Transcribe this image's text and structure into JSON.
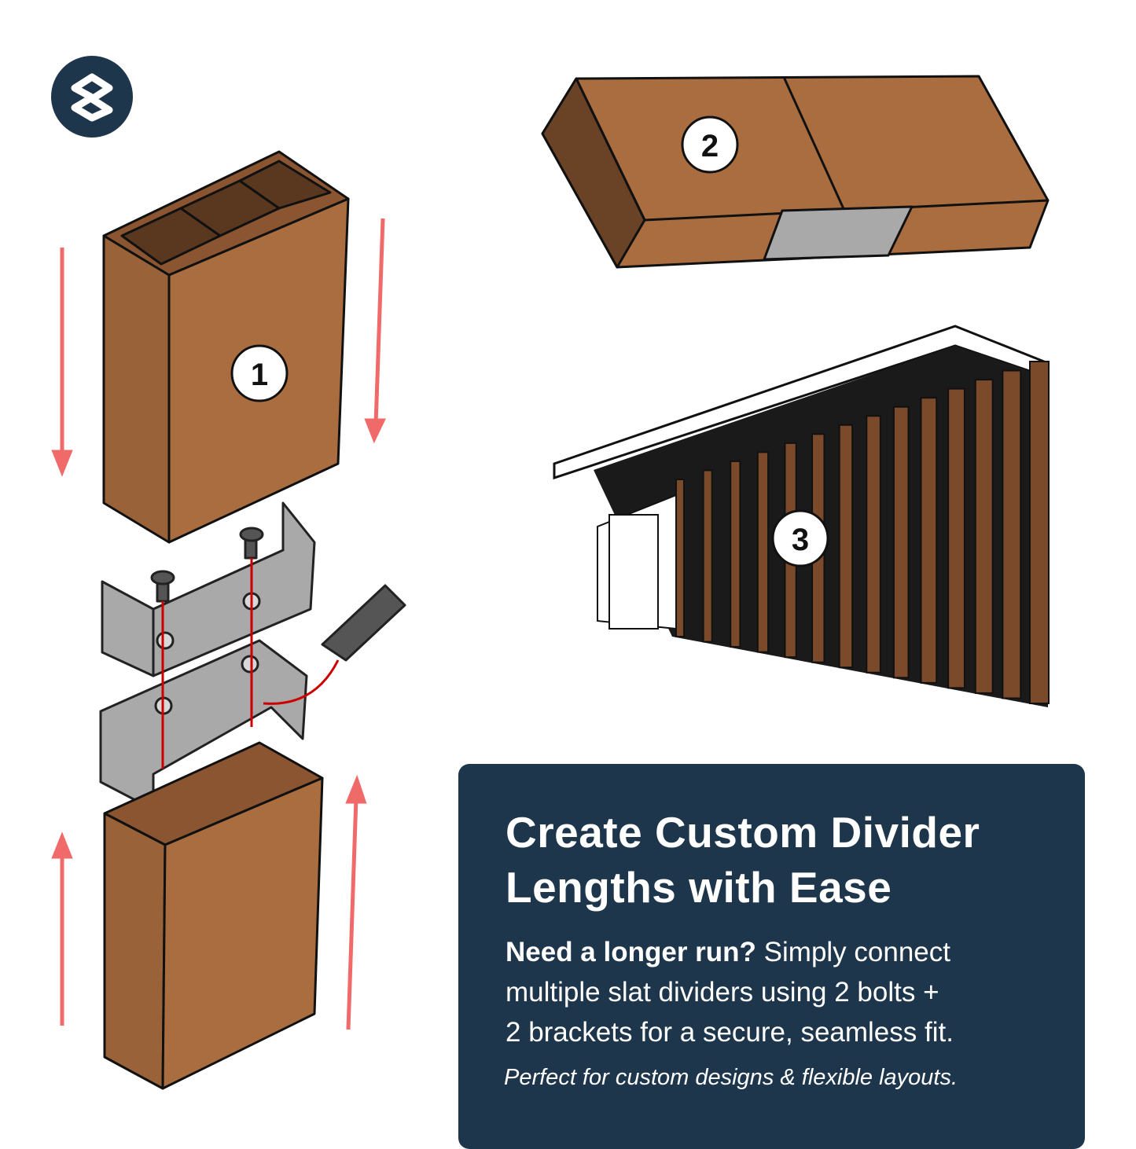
{
  "logo": {
    "letter": "S",
    "color": "#1e364c"
  },
  "steps": [
    "1",
    "2",
    "3"
  ],
  "panel": {
    "title_line1": "Create Custom Divider",
    "title_line2": "Lengths with Ease",
    "body_bold": "Need a longer run?",
    "body_line1_rest": " Simply connect",
    "body_line2": "multiple slat dividers using 2 bolts +",
    "body_line3": "2 brackets for a secure, seamless fit.",
    "note": "Perfect for custom designs & flexible layouts."
  },
  "colors": {
    "navy": "#1e364c",
    "wood": "#a0683c",
    "arrow": "#f06a6a",
    "metal": "#a9a9a9"
  }
}
